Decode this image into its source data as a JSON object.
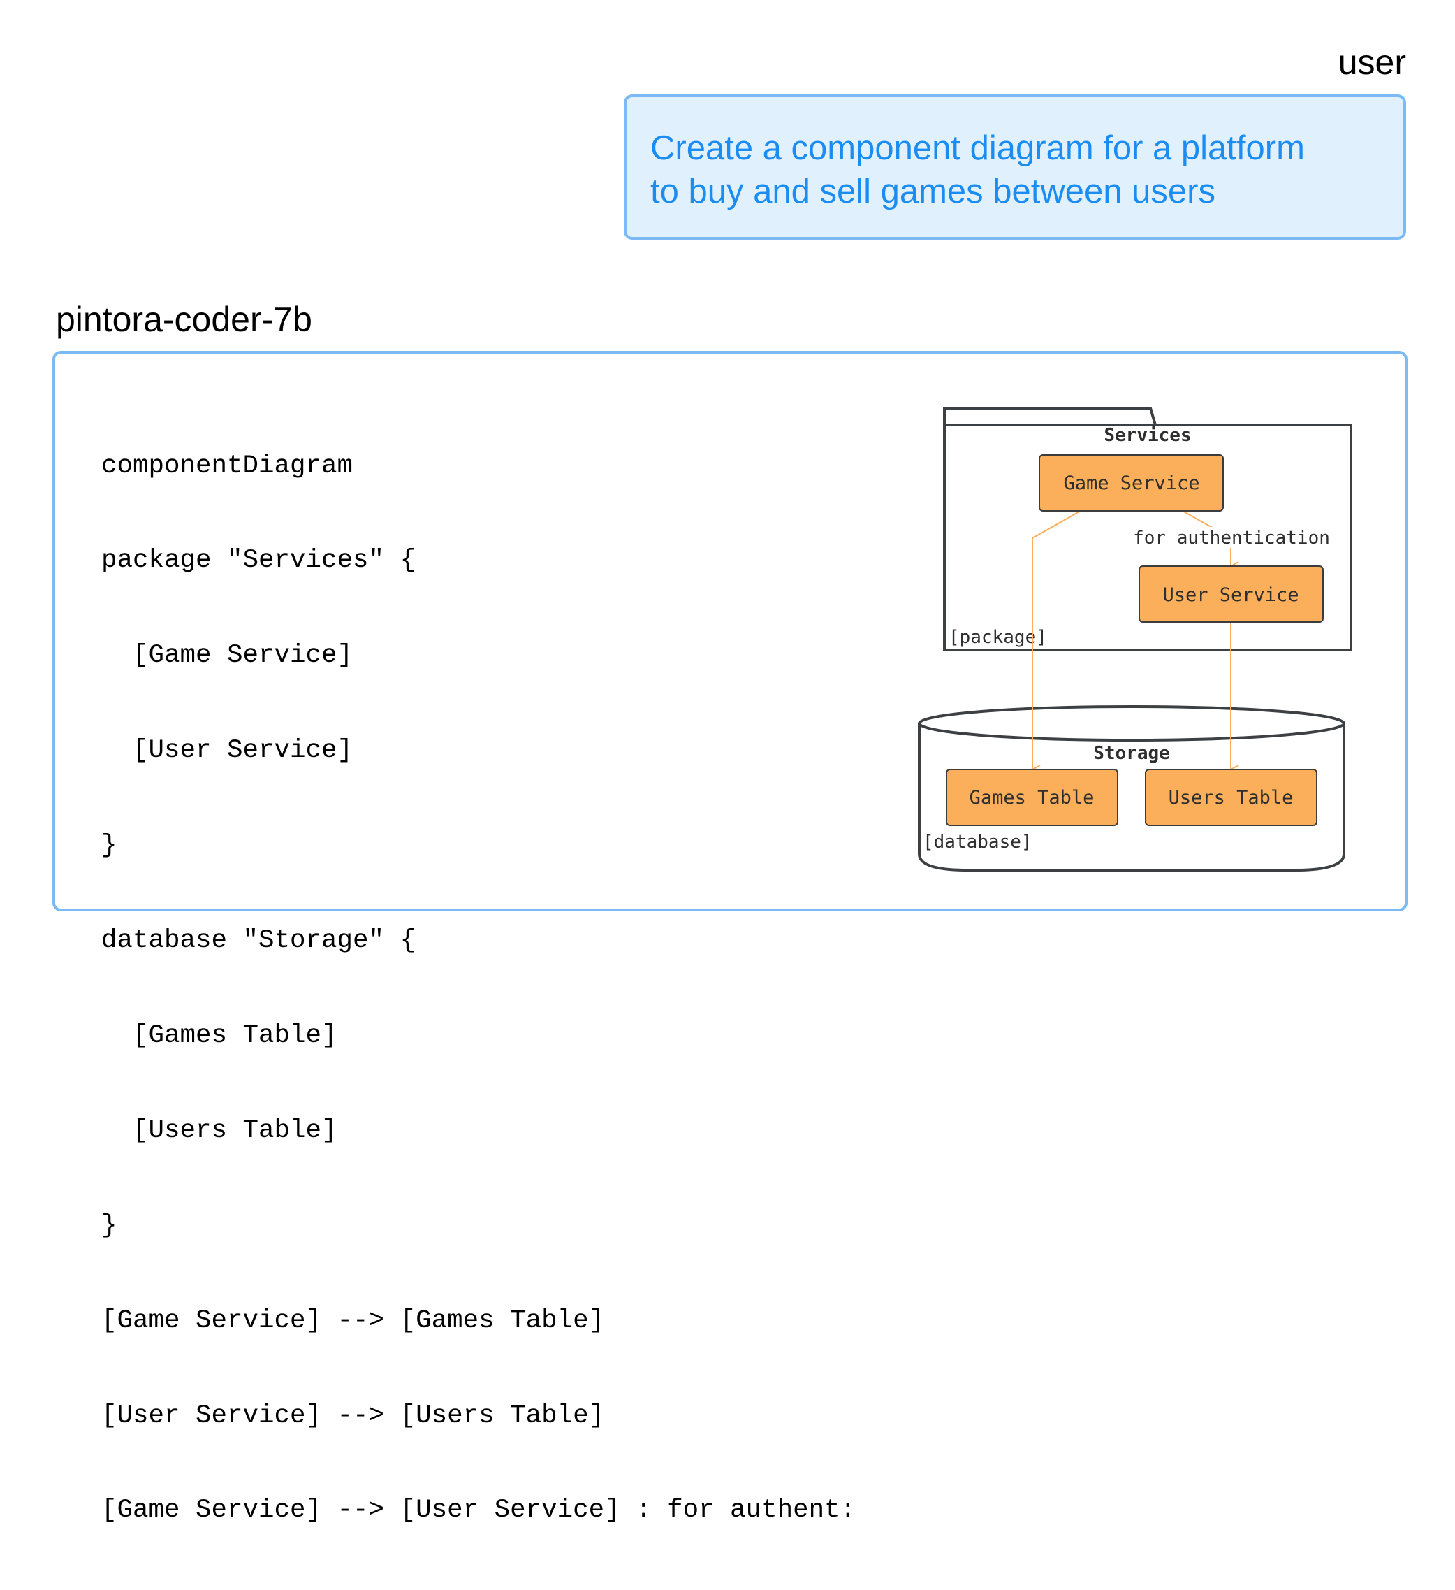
{
  "user": {
    "label": "user",
    "message": "Create a component diagram for a platform\nto buy and sell games between users"
  },
  "assistant": {
    "label": "pintora-coder-7b",
    "code_lines": [
      "componentDiagram",
      "package \"Services\" {",
      "  [Game Service]",
      "  [User Service]",
      "}",
      "database \"Storage\" {",
      "  [Games Table]",
      "  [Users Table]",
      "}",
      "[Game Service] --> [Games Table]",
      "[User Service] --> [Users Table]",
      "[Game Service] --> [User Service] : for authent:"
    ]
  },
  "diagram": {
    "package": {
      "name": "Services",
      "stereotype": "[package]"
    },
    "database": {
      "name": "Storage",
      "stereotype": "[database]"
    },
    "components": {
      "game_service": "Game Service",
      "user_service": "User Service",
      "games_table": "Games Table",
      "users_table": "Users Table"
    },
    "edge_label": "for authentication",
    "colors": {
      "component_fill": "#fbaf5a",
      "component_stroke": "#3c3c3c",
      "edge": "#fbaf5a",
      "container_stroke": "#3c4043",
      "text": "#2e2e2e"
    }
  }
}
